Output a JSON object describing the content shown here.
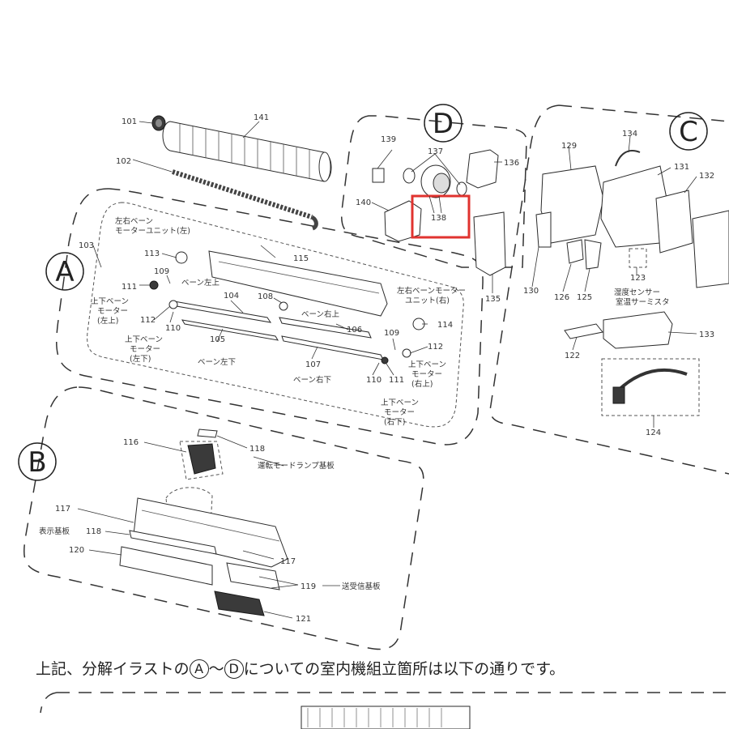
{
  "sections": {
    "A": "A",
    "B": "B",
    "C": "C",
    "D": "D"
  },
  "parts": {
    "p101": "101",
    "p102": "102",
    "p103": "103",
    "p104": "104",
    "p105": "105",
    "p106": "106",
    "p107": "107",
    "p108": "108",
    "p109a": "109",
    "p109b": "109",
    "p110a": "110",
    "p110b": "110",
    "p111a": "111",
    "p111b": "111",
    "p112a": "112",
    "p112b": "112",
    "p113": "113",
    "p114": "114",
    "p115": "115",
    "p116": "116",
    "p117a": "117",
    "p117b": "117",
    "p118a": "118",
    "p118b": "118",
    "p119": "119",
    "p120": "120",
    "p121": "121",
    "p122": "122",
    "p123": "123",
    "p124": "124",
    "p125": "125",
    "p126": "126",
    "p129": "129",
    "p130": "130",
    "p131": "131",
    "p132": "132",
    "p133": "133",
    "p134": "134",
    "p135": "135",
    "p136": "136",
    "p137": "137",
    "p138": "138",
    "p139": "139",
    "p140": "140",
    "p141": "141"
  },
  "labels": {
    "lr_vane_motor_unit_left_1": "左右ベーン",
    "lr_vane_motor_unit_left_2": "モーターユニット(左)",
    "ud_vane_motor_left_up_1": "上下ベーン",
    "ud_vane_motor_left_up_2": "モーター",
    "ud_vane_motor_left_up_3": "(左上)",
    "ud_vane_motor_left_down_1": "上下ベーン",
    "ud_vane_motor_left_down_2": "モーター",
    "ud_vane_motor_left_down_3": "(左下)",
    "vane_left_up": "ベーン左上",
    "vane_left_down": "ベーン左下",
    "vane_right_up": "ベーン右上",
    "vane_right_down": "ベーン右下",
    "lr_vane_motor_unit_right_1": "左右ベーンモーター",
    "lr_vane_motor_unit_right_2": "ユニット(右)",
    "ud_vane_motor_right_up_1": "上下ベーン",
    "ud_vane_motor_right_up_2": "モーター",
    "ud_vane_motor_right_up_3": "(右上)",
    "ud_vane_motor_right_down_1": "上下ベーン",
    "ud_vane_motor_right_down_2": "モーター",
    "ud_vane_motor_right_down_3": "(右下)",
    "humidity_sensor_1": "湿度センサー",
    "humidity_sensor_2": "室温サーミスタ",
    "mode_lamp_board": "運転モードランプ基板",
    "display_board": "表示基板",
    "transceiver_board": "送受信基板"
  },
  "footer": {
    "before": "上記、分解イラストの",
    "mark_a": "A",
    "tilde": "〜",
    "mark_d": "D",
    "after": "についての室内機組立箇所は以下の通りです。"
  },
  "colors": {
    "highlight": "#e0332f",
    "line": "#333333",
    "background": "#ffffff"
  }
}
